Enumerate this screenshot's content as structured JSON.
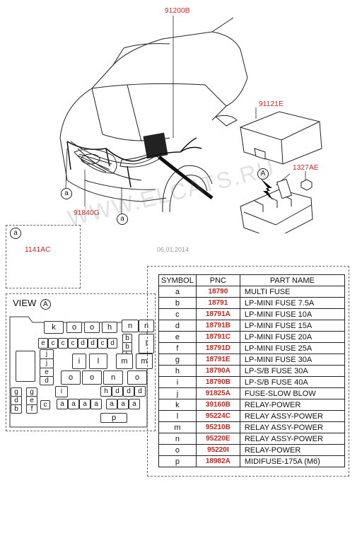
{
  "callouts": {
    "wiring": "91200B",
    "junction_box": "91121E",
    "bolt_top": "1327AE",
    "harness_front": "91840G",
    "detail_bolt": "1141AC"
  },
  "markers": {
    "a": "a",
    "A": "A"
  },
  "watermark": "WWW.ELCATS.RU",
  "date": "06.01.2014",
  "view": {
    "label": "VIEW",
    "ref": "A"
  },
  "table": {
    "headers": [
      "SYMBOL",
      "PNC",
      "PART NAME"
    ],
    "rows": [
      {
        "symbol": "a",
        "pnc": "18790",
        "name": "MULTI FUSE"
      },
      {
        "symbol": "b",
        "pnc": "18791",
        "name": "LP-MINI FUSE 7.5A"
      },
      {
        "symbol": "c",
        "pnc": "18791A",
        "name": "LP-MINI FUSE 10A"
      },
      {
        "symbol": "d",
        "pnc": "18791B",
        "name": "LP-MINI FUSE 15A"
      },
      {
        "symbol": "e",
        "pnc": "18791C",
        "name": "LP-MINI FUSE 20A"
      },
      {
        "symbol": "f",
        "pnc": "18791D",
        "name": "LP-MINI FUSE 25A"
      },
      {
        "symbol": "g",
        "pnc": "18791E",
        "name": "LP-MINI FUSE 30A"
      },
      {
        "symbol": "h",
        "pnc": "18790A",
        "name": "LP-S/B FUSE 30A"
      },
      {
        "symbol": "i",
        "pnc": "18790B",
        "name": "LP-S/B FUSE 40A"
      },
      {
        "symbol": "j",
        "pnc": "91825A",
        "name": "FUSE-SLOW BLOW"
      },
      {
        "symbol": "k",
        "pnc": "39160B",
        "name": "RELAY-POWER"
      },
      {
        "symbol": "l",
        "pnc": "95224C",
        "name": "RELAY ASSY-POWER"
      },
      {
        "symbol": "m",
        "pnc": "95210B",
        "name": "RELAY ASSY-POWER"
      },
      {
        "symbol": "n",
        "pnc": "95220E",
        "name": "RELAY ASSY-POWER"
      },
      {
        "symbol": "o",
        "pnc": "95220I",
        "name": "RELAY-POWER"
      },
      {
        "symbol": "p",
        "pnc": "18982A",
        "name": "MIDIFUSE-175A (M6)"
      }
    ]
  }
}
